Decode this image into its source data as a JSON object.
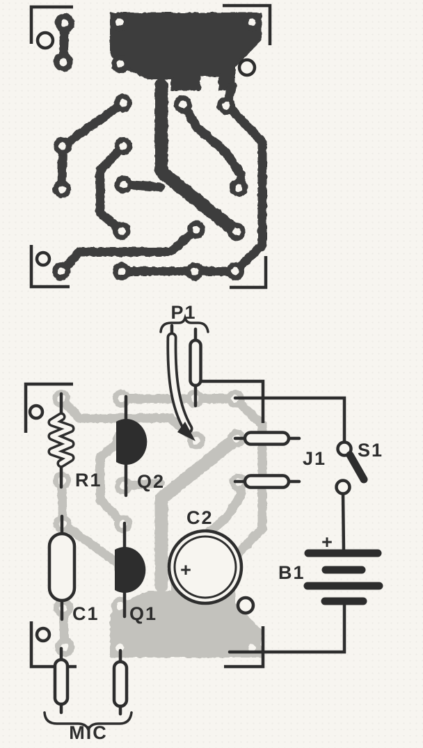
{
  "colors": {
    "paper": "#f7f5f0",
    "ink": "#3c3c3c",
    "ink_strong": "#2d2d2d",
    "copper_gray": "#c3c2bd"
  },
  "labels": {
    "p1": "P1",
    "r1": "R1",
    "q2": "Q2",
    "j1": "J1",
    "s1": "S1",
    "c2": "C2",
    "b1": "B1",
    "c1": "C1",
    "q1": "Q1",
    "mic": "MIC",
    "battery_plus": "+",
    "c2_plus": "+"
  }
}
